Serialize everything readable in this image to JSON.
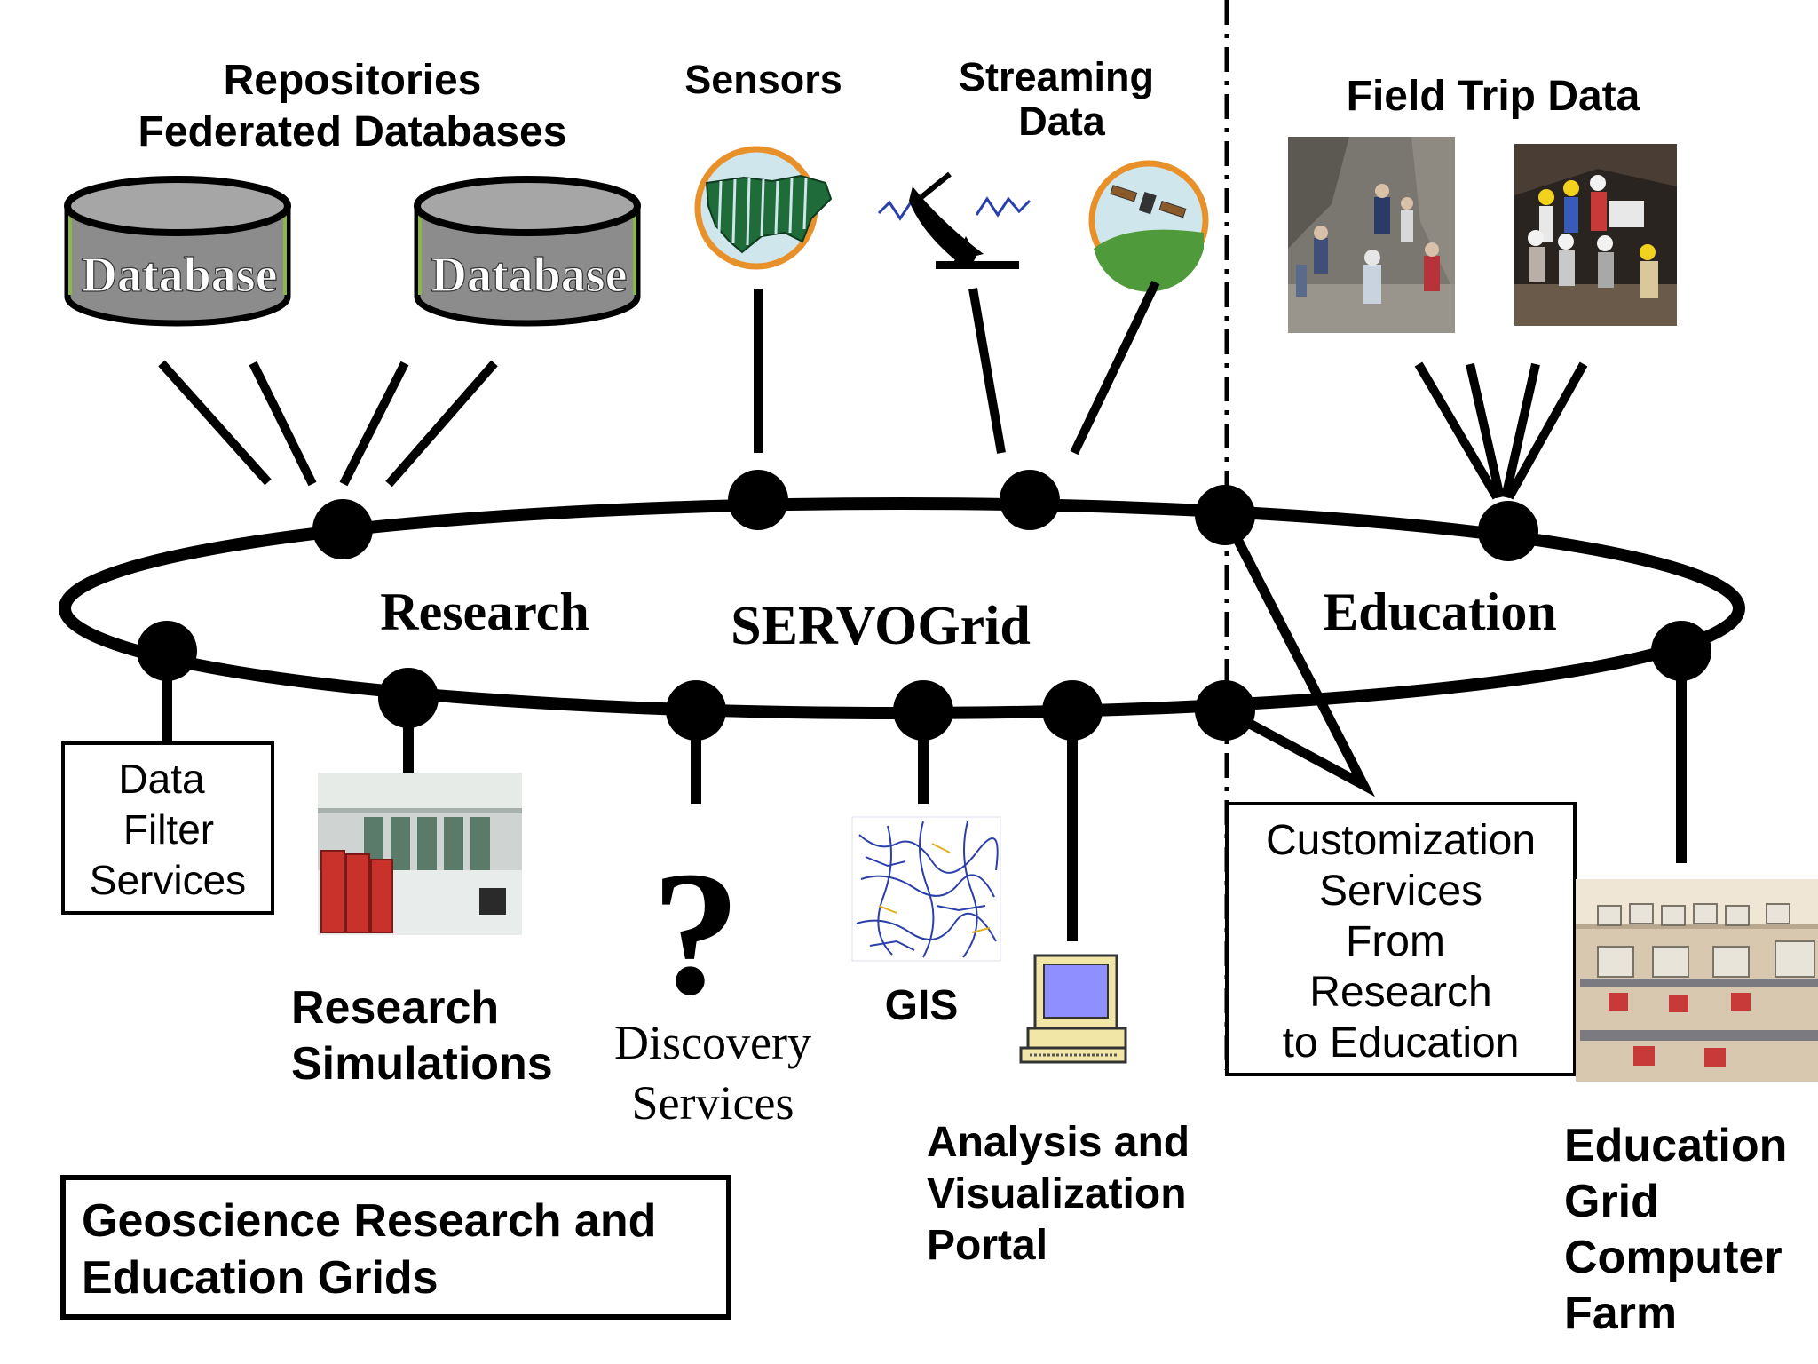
{
  "colors": {
    "line": "#000000",
    "db_fill": "#8c8c8c",
    "db_top": "#a6a6a6",
    "db_edge": "#8ab848",
    "badge_ring": "#e8902a",
    "badge_fill": "#cfe6ec",
    "map_green": "#1f6b3a",
    "screen": "#8f8fff",
    "computer_beige": "#f2e6a6",
    "rack_red": "#c8322a"
  },
  "labels": {
    "repositories": "Repositories",
    "federated": "Federated Databases",
    "database": "Database",
    "sensors": "Sensors",
    "streaming_1": "Streaming",
    "streaming_2": "Data",
    "field_trip": "Field Trip Data",
    "research": "Research",
    "servogrid": "SERVOGrid",
    "education": "Education",
    "data_filter_1": "Data",
    "data_filter_2": "Filter",
    "data_filter_3": "Services",
    "research_sim_1": "Research",
    "research_sim_2": "Simulations",
    "question": "?",
    "discovery_1": "Discovery",
    "discovery_2": "Services",
    "gis": "GIS",
    "analysis_1": "Analysis and",
    "analysis_2": "Visualization",
    "analysis_3": "Portal",
    "custom_1": "Customization",
    "custom_2": "Services",
    "custom_3": "From",
    "custom_4": "Research",
    "custom_5": "to Education",
    "edu_grid_1": "Education",
    "edu_grid_2": "Grid",
    "edu_grid_3": "Computer",
    "edu_grid_4": "Farm",
    "geo_1": "Geoscience Research and",
    "geo_2": "Education Grids"
  }
}
